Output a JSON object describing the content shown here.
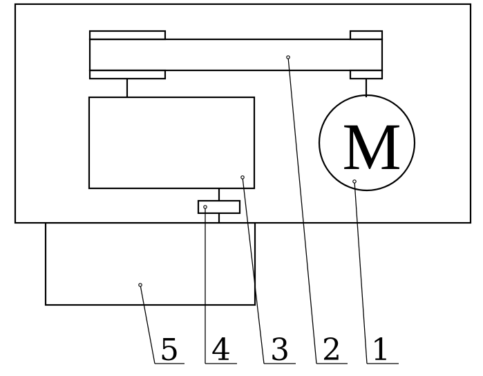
{
  "motor": {
    "symbol": "M"
  },
  "callouts": [
    {
      "number": "5"
    },
    {
      "number": "4"
    },
    {
      "number": "3"
    },
    {
      "number": "2"
    },
    {
      "number": "1"
    }
  ]
}
